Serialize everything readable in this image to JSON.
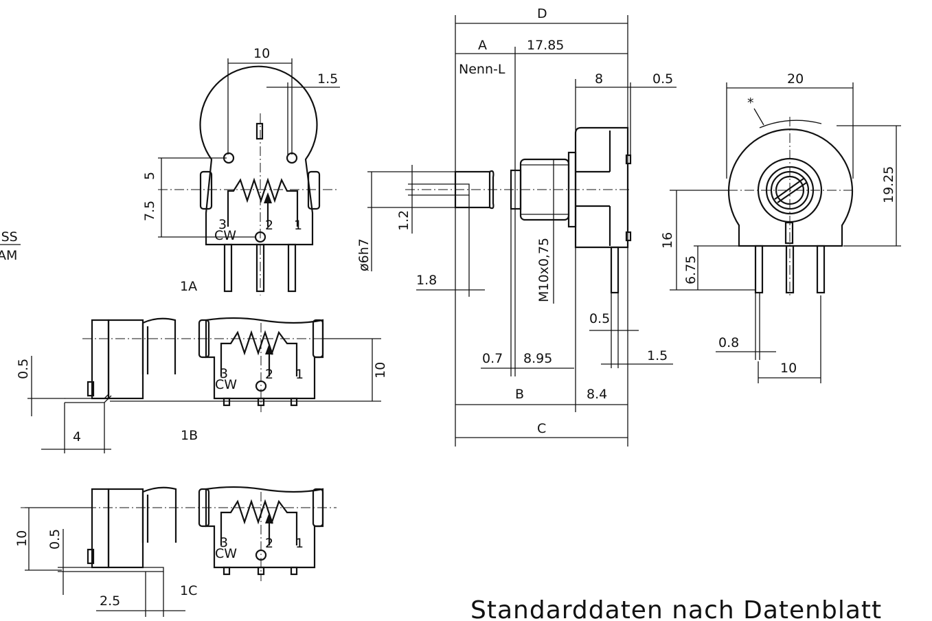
{
  "left_cut_text": [
    "ISS",
    "AM"
  ],
  "view_1a": {
    "label": "1A",
    "dims": {
      "top": "10",
      "pin_offset": "1.5",
      "upper": "5",
      "lower": "7.5"
    },
    "pins": {
      "p3": "3",
      "cw": "CW",
      "p2": "2",
      "p1": "1"
    }
  },
  "view_1b": {
    "label": "1B",
    "dims": {
      "height": "10",
      "thickness": "0.5",
      "lead": "4"
    },
    "pins": {
      "p3": "3",
      "cw": "CW",
      "p2": "2",
      "p1": "1"
    }
  },
  "view_1c": {
    "label": "1C",
    "dims": {
      "height": "10",
      "thickness": "0.5",
      "lead": "2.5"
    },
    "pins": {
      "p3": "3",
      "cw": "CW",
      "p2": "2",
      "p1": "1"
    }
  },
  "side_view": {
    "dims": {
      "D": "D",
      "A": "A",
      "d_17_85": "17.85",
      "nenn_l": "Nenn-L",
      "d_8": "8",
      "d_0_5_top": "0.5",
      "d_1_2": "1.2",
      "shaft_dia": "ø6h7",
      "d_1_8": "1.8",
      "thread": "M10x0,75",
      "d_0_5_mid": "0.5",
      "d_0_7": "0.7",
      "d_8_95": "8.95",
      "d_1_5": "1.5",
      "B": "B",
      "d_8_4": "8.4",
      "C": "C"
    }
  },
  "front_view": {
    "dims": {
      "width": "20",
      "star": "*",
      "height": "19.25",
      "d_16": "16",
      "d_6_75": "6.75",
      "d_0_8": "0.8",
      "d_10": "10"
    }
  },
  "footer_text": "Standarddaten nach Datenblatt"
}
